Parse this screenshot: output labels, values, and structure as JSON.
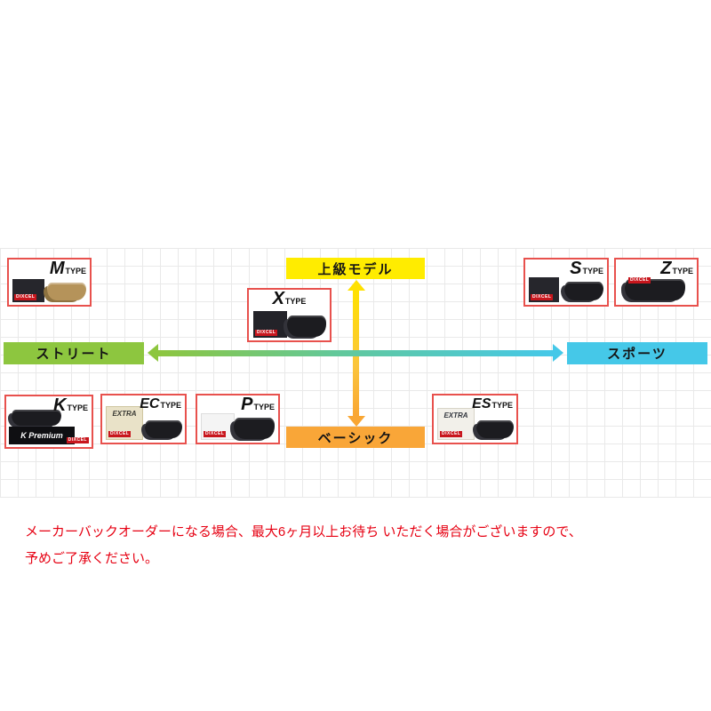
{
  "brand": "DIXCEL",
  "axes": {
    "top": {
      "label": "上級モデル",
      "color": "#ffec00"
    },
    "bottom": {
      "label": "ベーシック",
      "color": "#f9a638"
    },
    "left": {
      "label": "ストリート",
      "color": "#8dc63f"
    },
    "right": {
      "label": "スポーツ",
      "color": "#45c8e8"
    }
  },
  "products": [
    {
      "id": "m",
      "letter": "M",
      "suffix": "TYPE"
    },
    {
      "id": "x",
      "letter": "X",
      "suffix": "TYPE"
    },
    {
      "id": "s",
      "letter": "S",
      "suffix": "TYPE"
    },
    {
      "id": "z",
      "letter": "Z",
      "suffix": "TYPE"
    },
    {
      "id": "k",
      "letter": "K",
      "suffix": "TYPE",
      "badge": "K Premium"
    },
    {
      "id": "ec",
      "letter": "EC",
      "suffix": "TYPE",
      "badge": "EXTRA"
    },
    {
      "id": "p",
      "letter": "P",
      "suffix": "TYPE"
    },
    {
      "id": "es",
      "letter": "ES",
      "suffix": "TYPE",
      "badge": "EXTRA"
    }
  ],
  "disclaimer": {
    "line1": "メーカーバックオーダーになる場合、最大6ヶ月以上お待ち いただく場合がございますので、",
    "line2": "予めご了承ください。",
    "color": "#e60012"
  },
  "colors": {
    "card_border": "#e8514d",
    "grid_line": "#e9e9e9",
    "arrow_horizontal_start": "#8dc63f",
    "arrow_horizontal_end": "#45c8e8",
    "arrow_vertical_start": "#ffe100",
    "arrow_vertical_end": "#f9a633",
    "logo_red": "#c8161d"
  }
}
